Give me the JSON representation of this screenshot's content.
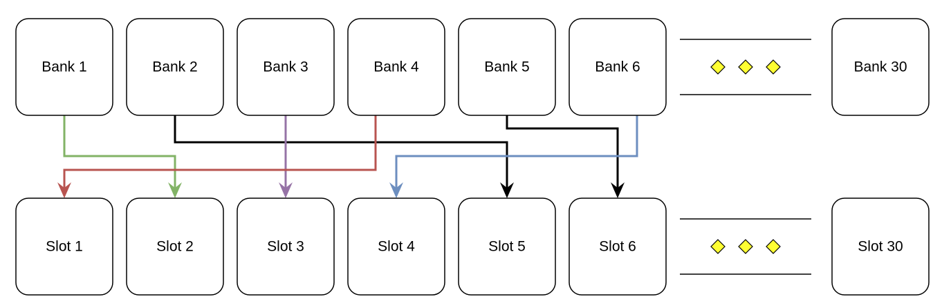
{
  "banks": [
    "Bank 1",
    "Bank 2",
    "Bank 3",
    "Bank 4",
    "Bank 5",
    "Bank 6",
    "Bank 30"
  ],
  "slots": [
    "Slot 1",
    "Slot 2",
    "Slot 3",
    "Slot 4",
    "Slot 5",
    "Slot 6",
    "Slot 30"
  ],
  "connections": [
    {
      "from": "Bank 1",
      "to": "Slot 2",
      "color": "#82b366"
    },
    {
      "from": "Bank 2",
      "to": "Slot 5",
      "color": "#000000"
    },
    {
      "from": "Bank 3",
      "to": "Slot 3",
      "color": "#9673a6"
    },
    {
      "from": "Bank 4",
      "to": "Slot 1",
      "color": "#b85450"
    },
    {
      "from": "Bank 5",
      "to": "Slot 6",
      "color": "#000000"
    },
    {
      "from": "Bank 6",
      "to": "Slot 4",
      "color": "#6c8ebf"
    }
  ],
  "ellipsis": {
    "diamond_color": "#ffff33",
    "diamond_stroke": "#000000",
    "diamonds_per_row": 3
  }
}
